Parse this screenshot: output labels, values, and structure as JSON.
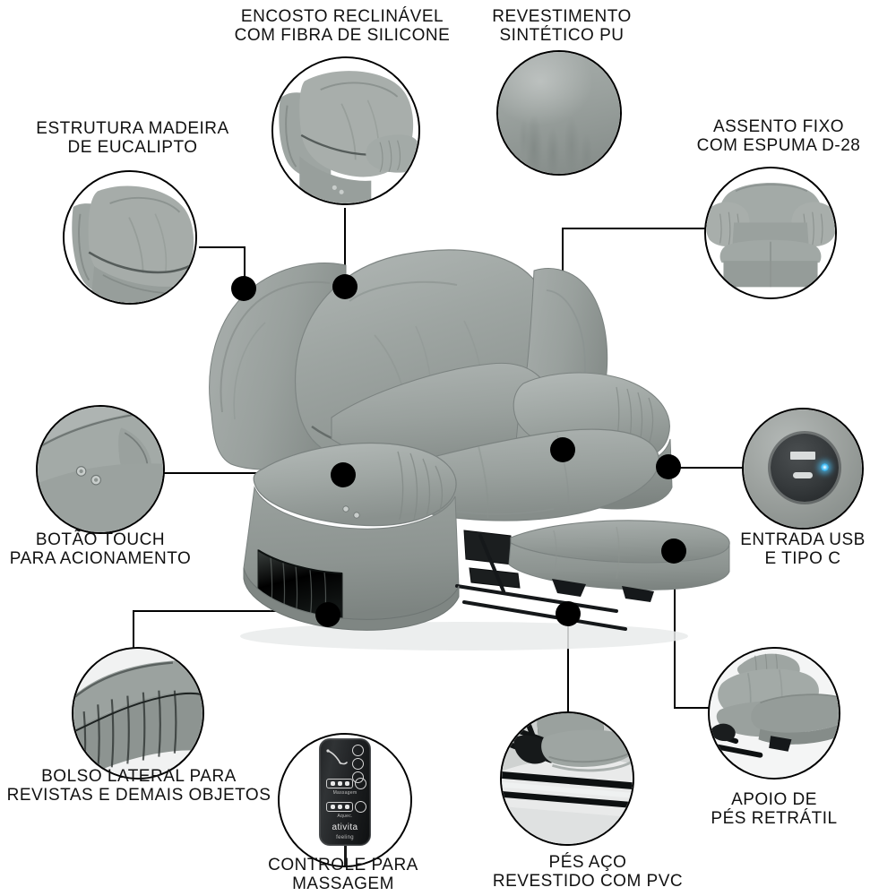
{
  "product": {
    "name": "Poltrona Reclinável com Massagem",
    "fabric_color_hex": "#9ba29f",
    "line_color_hex": "#000000",
    "background_hex": "#ffffff"
  },
  "callouts": [
    {
      "id": "estrutura-madeira",
      "label": "ESTRUTURA MADEIRA\nDE EUCALIPTO",
      "detail_icon": "recliner-back-closeup-icon",
      "position": "top-left"
    },
    {
      "id": "encosto-reclinavel",
      "label": "ENCOSTO RECLINÁVEL\nCOM FIBRA DE SILICONE",
      "detail_icon": "recliner-backrest-closeup-icon",
      "position": "top-center"
    },
    {
      "id": "revestimento-pu",
      "label": "REVESTIMENTO\nSINTÉTICO PU",
      "detail_icon": "pu-leather-swatch-icon",
      "position": "top-center-right"
    },
    {
      "id": "assento-fixo",
      "label": "ASSENTO FIXO\nCOM ESPUMA D-28",
      "detail_icon": "armchair-front-closeup-icon",
      "position": "top-right"
    },
    {
      "id": "botao-touch",
      "label": "BOTÃO TOUCH\nPARA ACIONAMENTO",
      "detail_icon": "touch-button-closeup-icon",
      "position": "mid-left"
    },
    {
      "id": "entrada-usb",
      "label": "ENTRADA USB\nE TIPO C",
      "detail_icon": "usb-port-icon",
      "position": "mid-right"
    },
    {
      "id": "bolso-lateral",
      "label": "BOLSO LATERAL PARA\nREVISTAS E DEMAIS OBJETOS",
      "detail_icon": "side-pocket-closeup-icon",
      "position": "bottom-left"
    },
    {
      "id": "controle-massagem",
      "label": "CONTROLE PARA\nMASSAGEM",
      "detail_icon": "massage-remote-icon",
      "position": "bottom-center-left"
    },
    {
      "id": "pes-aco",
      "label": "PÉS AÇO\nREVESTIDO COM PVC",
      "detail_icon": "steel-frame-closeup-icon",
      "position": "bottom-center-right"
    },
    {
      "id": "apoio-pes",
      "label": "APOIO DE\nPÉS RETRÁTIL",
      "detail_icon": "footrest-extended-icon",
      "position": "bottom-right"
    }
  ],
  "remote": {
    "brand": "ativita",
    "sub_brand": "feeling",
    "row_labels": [
      "Massagem",
      "Aquec."
    ]
  },
  "main_image": {
    "alt": "Poltrona reclinável cinza com apoio de pés estendido",
    "icon": "recliner-chair-icon"
  }
}
